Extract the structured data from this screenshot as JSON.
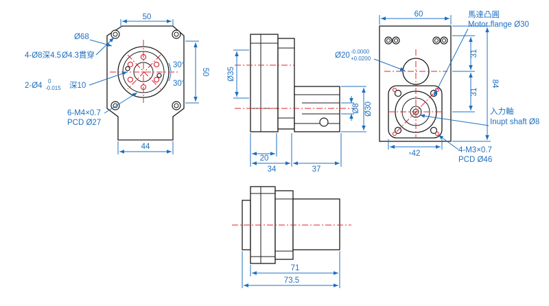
{
  "front_view": {
    "dim_width": "50",
    "dim_height": "50",
    "dim_bottom": "44",
    "dim_od": "Ø68",
    "note_holes_a": "4-Ø8深4.5",
    "note_holes_b": "Ø4.3貫穿",
    "note_pin": "2-Ø4",
    "tol_upper": "0",
    "tol_lower": "-0.015",
    "note_pin_depth": "深10",
    "angle_top": "30°",
    "angle_bottom": "30°",
    "note_tap": "6-M4×0.7",
    "note_pcd": "PCD Ø27"
  },
  "side_view": {
    "dim_dia_left": "Ø35",
    "dim_shaft_dia": "Ø8",
    "dim_shaft_outer": "Ø30",
    "dim_20": "20",
    "dim_34": "34",
    "dim_37": "37"
  },
  "rear_view": {
    "dim_width": "60",
    "flange_label_cn": "馬達凸圓",
    "flange_label_en": "Motor flange Ø30",
    "bore_label": "Ø20",
    "bore_tol_upper": "-0.0000",
    "bore_tol_lower": "+0.0200",
    "dim_31_top": "31",
    "dim_31_bottom": "31",
    "dim_84": "84",
    "input_label_cn": "入力軸",
    "input_label_en": "Inupt shaft Ø8",
    "dim_square": "▫42",
    "tap_note": "4-M3×0.7",
    "tap_pcd": "PCD Ø46"
  },
  "bottom_view": {
    "dim_71": "71",
    "dim_73_5": "73.5"
  },
  "colors": {
    "outline": "#1a1a1a",
    "centerline": "#e0202a",
    "dimension": "#1e6fc0"
  }
}
